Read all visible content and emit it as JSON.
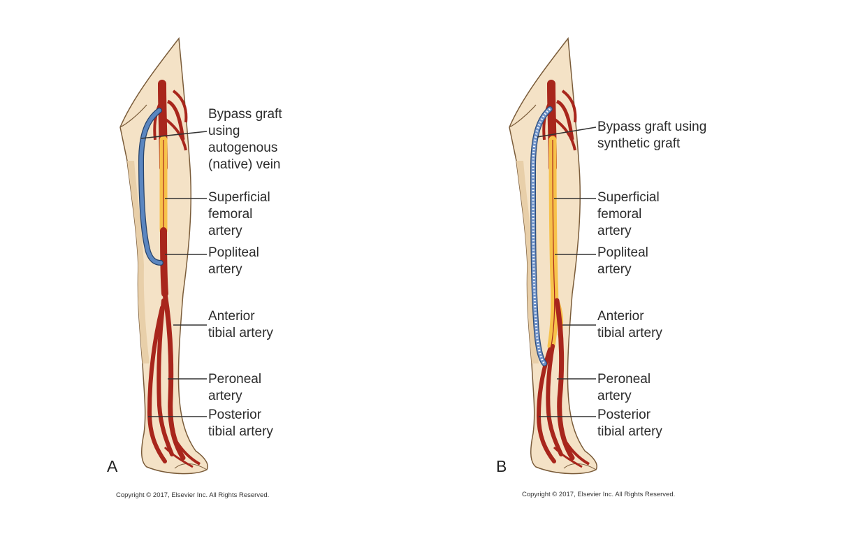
{
  "figures": [
    {
      "letter": "A",
      "copyright": "Copyright © 2017, Elsevier Inc. All Rights Reserved.",
      "labels": {
        "graft": "Bypass graft\nusing\nautogenous\n(native) vein",
        "superficial_femoral": "Superficial\nfemoral\nartery",
        "popliteal": "Popliteal\nartery",
        "anterior_tibial": "Anterior\ntibial artery",
        "peroneal": "Peroneal\nartery",
        "posterior_tibial": "Posterior\ntibial artery"
      }
    },
    {
      "letter": "B",
      "copyright": "Copyright © 2017, Elsevier Inc. All Rights Reserved.",
      "labels": {
        "graft": "Bypass graft using\nsynthetic graft",
        "superficial_femoral": "Superficial\nfemoral\nartery",
        "popliteal": "Popliteal\nartery",
        "anterior_tibial": "Anterior\ntibial artery",
        "peroneal": "Peroneal\nartery",
        "posterior_tibial": "Posterior\ntibial artery"
      }
    }
  ],
  "colors": {
    "skin": "#f4e2c6",
    "skin_shade": "#e8cfa9",
    "artery": "#a8261c",
    "occluded_artery": "#f7c24a",
    "vein_graft": "#5b86c0",
    "synthetic_graft": "#6f92c8",
    "leader_line": "#333333"
  }
}
